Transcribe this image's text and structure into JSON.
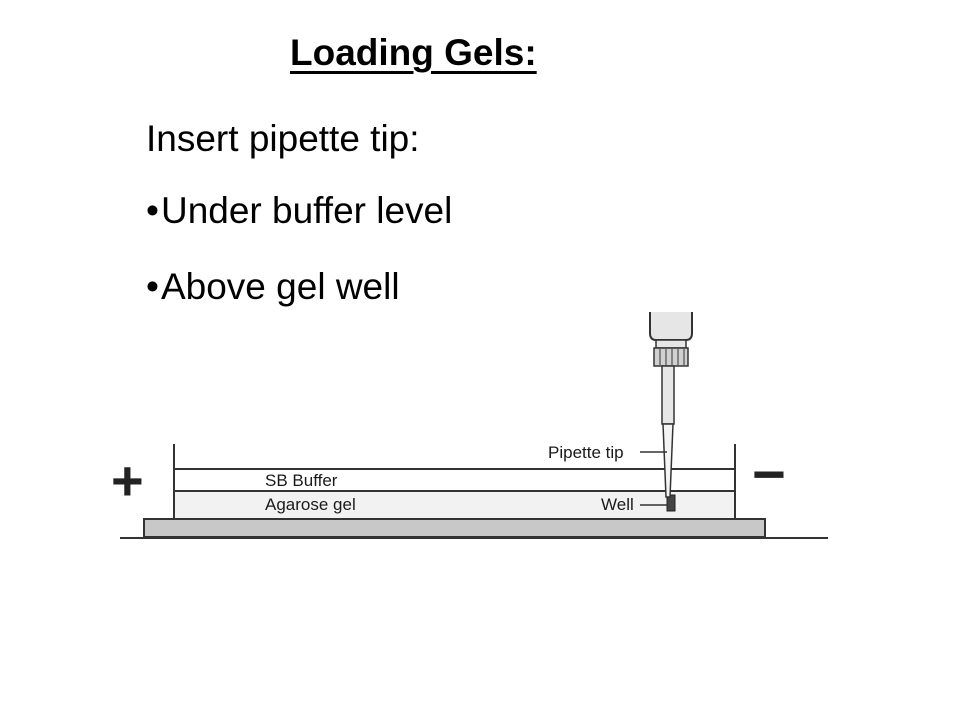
{
  "slide": {
    "title": "Loading Gels:",
    "intro": "Insert pipette tip:",
    "bullets": [
      {
        "marker": "•",
        "text": "Under buffer level"
      },
      {
        "marker": "•",
        "text": "Above gel well"
      }
    ]
  },
  "diagram": {
    "labels": {
      "pipette_tip": "Pipette tip",
      "buffer": "SB Buffer",
      "gel": "Agarose gel",
      "well": "Well"
    },
    "electrodes": {
      "positive": "+",
      "negative": "−"
    },
    "colors": {
      "gel_fill": "#f2f2f2",
      "base_fill": "#c8c8c8",
      "pipette_fill": "#e6e6e6"
    }
  }
}
